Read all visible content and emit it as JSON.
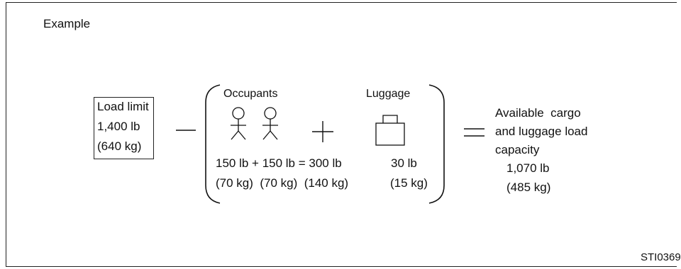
{
  "example_label": "Example",
  "load_limit": {
    "title": "Load limit",
    "lb": "1,400 lb",
    "kg": "(640 kg)"
  },
  "operators": {
    "minus": "—",
    "plus": "+",
    "equals": "="
  },
  "occupants": {
    "label": "Occupants",
    "weights_lb": "150 lb + 150 lb = 300 lb",
    "weights_kg": "(70 kg)  (70 kg)  (140 kg)"
  },
  "luggage": {
    "label": "Luggage",
    "lb": "30 lb",
    "kg": "(15 kg)"
  },
  "result": {
    "line1": "Available  cargo",
    "line2": "and luggage load",
    "line3": "capacity",
    "lb": "1,070 lb",
    "kg": "(485 kg)"
  },
  "figure_code": "STI0369"
}
